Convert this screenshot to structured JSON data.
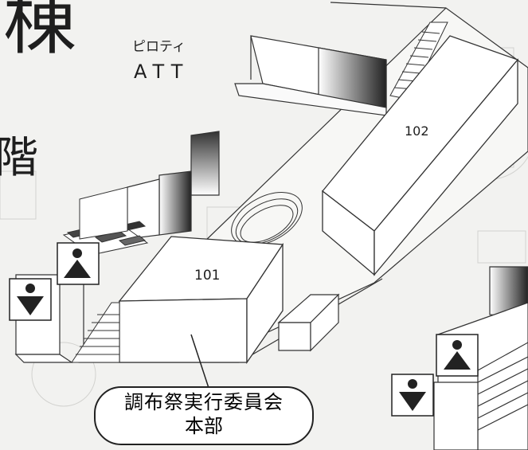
{
  "map": {
    "building_char": "棟",
    "floor_char": "階",
    "piloti_label": "ピロティ",
    "att_label": "ATT",
    "rooms": {
      "r101": "101",
      "r102": "102"
    },
    "hq_callout": {
      "line1": "調布祭実行委員会",
      "line2": "本部"
    },
    "icons": [
      "stairs-up-icon",
      "stairs-down-icon"
    ]
  }
}
